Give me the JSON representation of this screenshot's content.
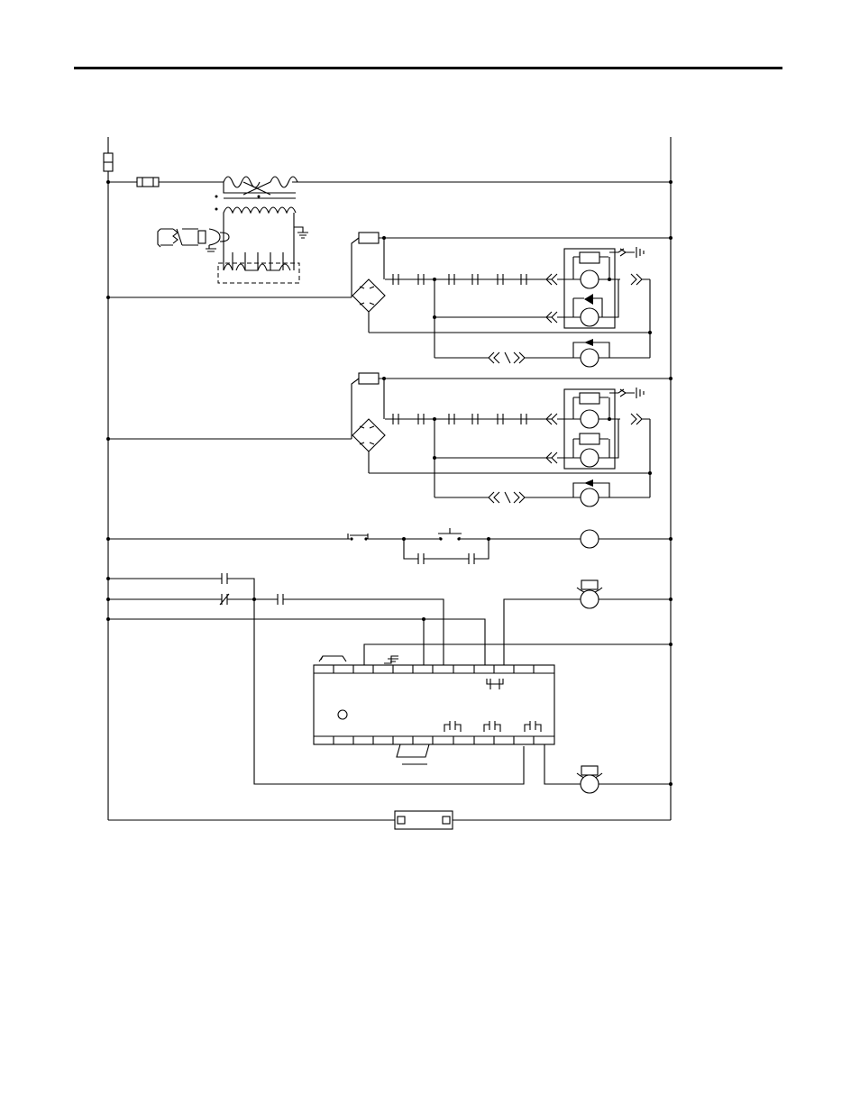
{
  "page": {
    "background": "#ffffff",
    "ink_color": "#000000"
  },
  "diagram": {
    "type": "electrical schematic (ladder wiring diagram)",
    "components": [
      "transformer",
      "fuse",
      "heater-coil-transformer",
      "bridge-rectifier-1",
      "bridge-rectifier-2",
      "pilot-relay-1",
      "pilot-relay-2",
      "motor-1",
      "motor-2",
      "stop-pushbutton",
      "start-pushbutton",
      "holding-contact",
      "control-coil",
      "solenoid-1",
      "solenoid-2",
      "plc-io-module",
      "overload-relay"
    ],
    "text_labels": []
  }
}
